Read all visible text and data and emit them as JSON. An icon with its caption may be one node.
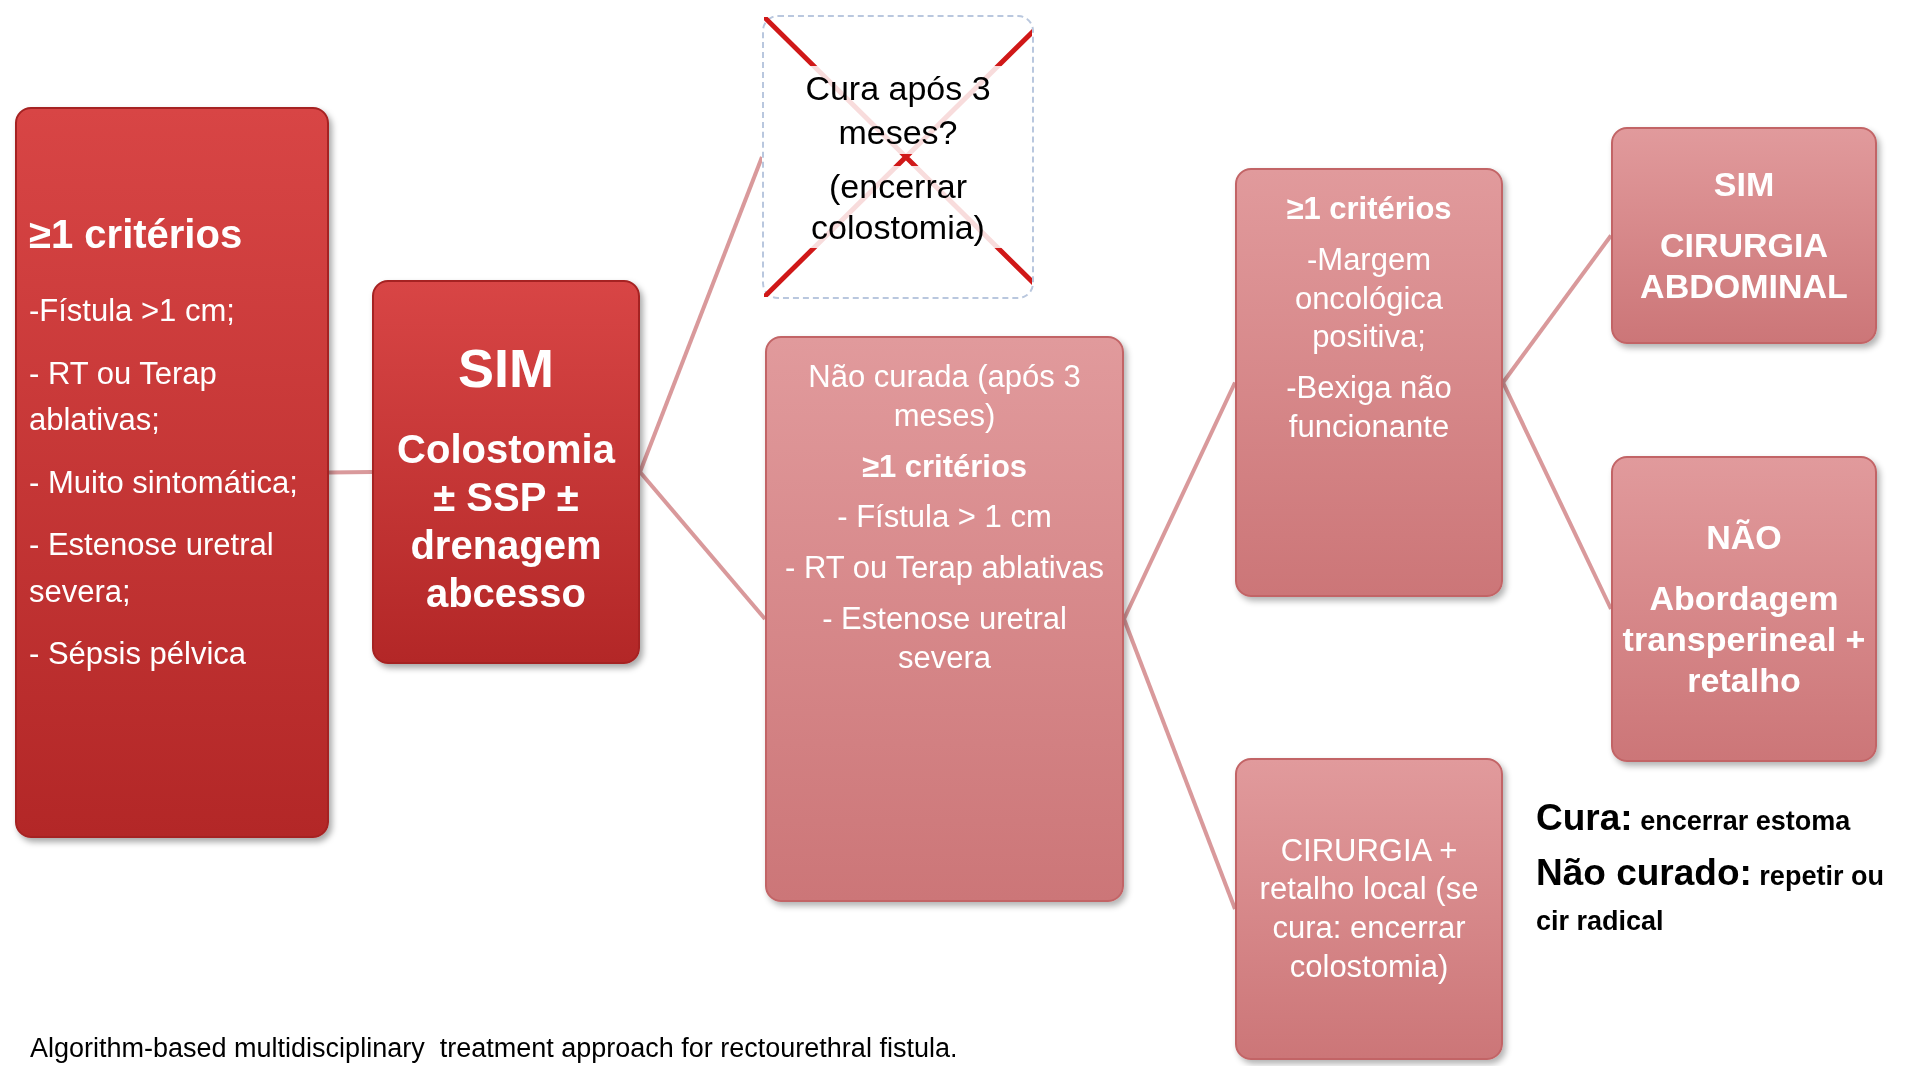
{
  "diagram": {
    "caption": "Algorithm-based multidisciplinary  treatment approach for rectourethral fistula.",
    "nodes": [
      {
        "text": [
          "≥1 critérios",
          "-Fístula >1 cm;",
          "- RT ou Terap ablativas;",
          "- Muito sintomática;",
          "- Estenose uretral severa;",
          "- Sépsis pélvica"
        ]
      },
      {
        "text": [
          "SIM",
          "Colostomia ± SSP ± drenagem abcesso"
        ]
      },
      {
        "text": [
          "Cura após 3 meses?",
          "(encerrar colostomia)"
        ]
      },
      {
        "text": [
          "Não curada (após 3 meses)",
          "≥1  critérios",
          "- Fístula > 1 cm",
          "- RT ou  Terap ablativas",
          "- Estenose uretral severa"
        ]
      },
      {
        "text": [
          "≥1 critérios",
          "-Margem oncológica positiva;",
          "-Bexiga não funcionante"
        ]
      },
      {
        "text": [
          "CIRURGIA + retalho local (se  cura: encerrar colostomia)"
        ]
      },
      {
        "text": [
          "SIM",
          "CIRURGIA ABDOMINAL"
        ]
      },
      {
        "text": [
          "NÃO",
          "Abordagem transperineal + retalho"
        ]
      }
    ],
    "edges": [
      {
        "from": 0,
        "to": 1,
        "arrow": "none"
      },
      {
        "from": 1,
        "to": 2,
        "arrow": "none"
      },
      {
        "from": 1,
        "to": 3,
        "arrow": "none"
      },
      {
        "from": 3,
        "to": 4,
        "arrow": "none"
      },
      {
        "from": 3,
        "to": 5,
        "arrow": "none"
      },
      {
        "from": 4,
        "to": 6,
        "arrow": "none"
      },
      {
        "from": 4,
        "to": 7,
        "arrow": "none"
      }
    ],
    "labels": [
      "**Cura:** encerrar estoma",
      "**Não curado:** repetir ou cir radical"
    ]
  }
}
